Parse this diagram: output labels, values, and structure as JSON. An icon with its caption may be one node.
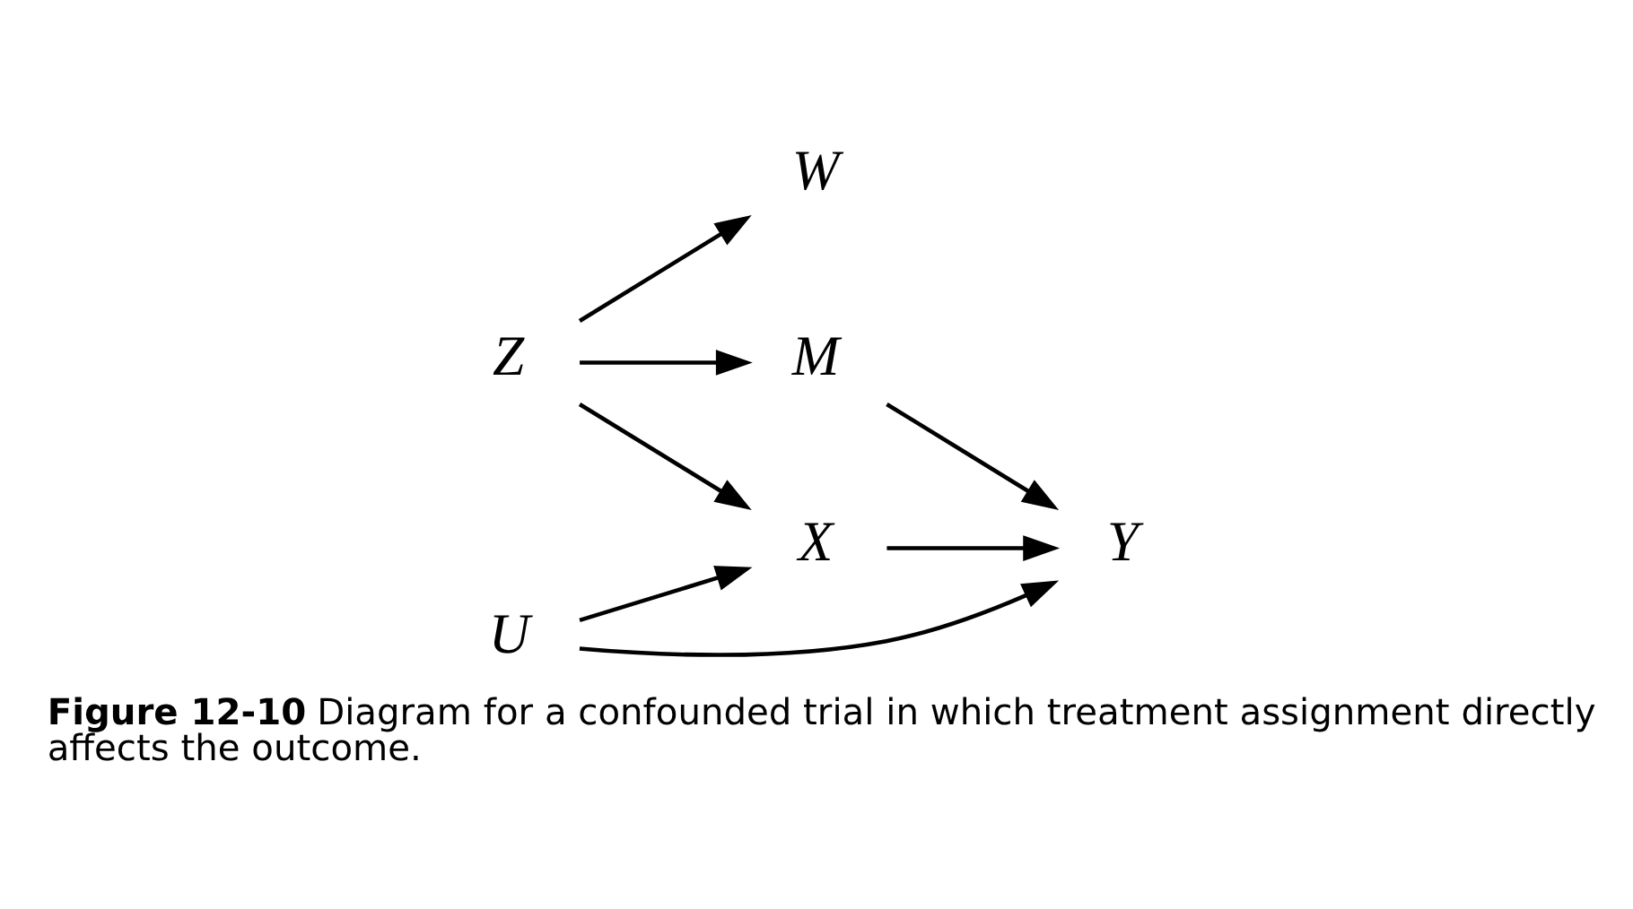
{
  "diagram": {
    "caption": "**Figure 12-10** Diagram for a confounded trial in which treatment assignment directly affects the outcome.",
    "nodes": [
      {
        "text": [
          "W"
        ]
      },
      {
        "text": [
          "M"
        ]
      },
      {
        "text": [
          "Z"
        ]
      },
      {
        "text": [
          "X"
        ]
      },
      {
        "text": [
          "Y"
        ]
      },
      {
        "text": [
          "U"
        ]
      }
    ],
    "edges": [
      {
        "from": 2,
        "to": 0,
        "arrow": "to"
      },
      {
        "from": 2,
        "to": 1,
        "arrow": "to"
      },
      {
        "from": 2,
        "to": 3,
        "arrow": "to"
      },
      {
        "from": 3,
        "to": 4,
        "arrow": "to"
      },
      {
        "from": 1,
        "to": 4,
        "arrow": "to"
      },
      {
        "from": 5,
        "to": 3,
        "arrow": "to"
      },
      {
        "from": 5,
        "to": 4,
        "arrow": "to"
      }
    ]
  }
}
